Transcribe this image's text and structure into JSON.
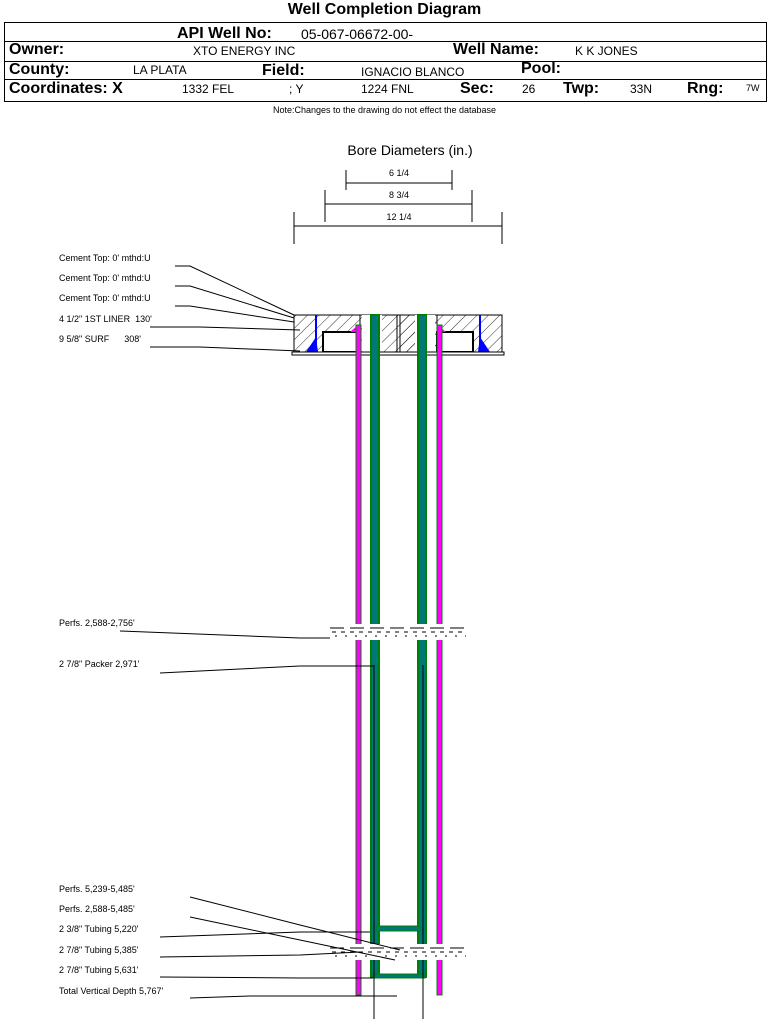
{
  "title": "Well Completion Diagram",
  "header": {
    "api_label": "API Well No:",
    "api_value": "05-067-06672-00-",
    "owner_label": "Owner:",
    "owner_value": "XTO ENERGY INC",
    "well_name_label": "Well Name:",
    "well_name_value": "K K JONES",
    "county_label": "County:",
    "county_value": "LA PLATA",
    "field_label": "Field:",
    "field_value": "IGNACIO BLANCO",
    "pool_label": "Pool:",
    "pool_value": "",
    "coord_label": "Coordinates: X",
    "x_value": "1332 FEL",
    "y_label": "; Y",
    "y_value": "1224 FNL",
    "sec_label": "Sec:",
    "sec_value": "26",
    "twp_label": "Twp:",
    "twp_value": "33N",
    "rng_label": "Rng:",
    "rng_value": "7W"
  },
  "note": "Note:Changes to the drawing do not effect the database",
  "diagram": {
    "bore_title": "Bore Diameters (in.)",
    "bore_diameters": [
      "6 1/4",
      "8 3/4",
      "12 1/4"
    ],
    "labels": [
      "Cement Top: 0' mthd:U",
      "Cement Top: 0' mthd:U",
      "Cement Top: 0' mthd:U",
      "4 1/2\" 1ST LINER  130'",
      "9 5/8\" SURF      308'",
      "Perfs. 2,588-2,756'",
      "2 7/8\" Packer 2,971'",
      "Perfs. 5,239-5,485'",
      "Perfs. 2,588-5,485'",
      "2 3/8\" Tubing 5,220'",
      "2 7/8\" Tubing 5,385'",
      "2 7/8\" Tubing 5,631'",
      "Total Vertical Depth 5,767'"
    ],
    "colors": {
      "liner": "#ff00ff",
      "tubing": "#008040",
      "tubing_inner": "#007878",
      "cement": "#0000ff"
    }
  }
}
